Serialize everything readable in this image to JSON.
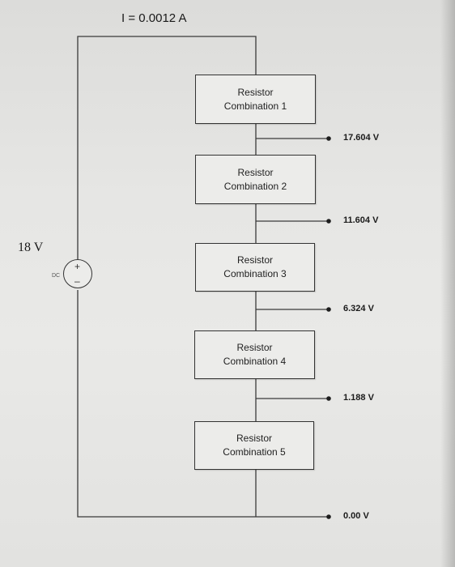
{
  "circuit": {
    "current_label": "I = 0.0012 A",
    "source": {
      "voltage_label": "18 V",
      "type_tag": "DC",
      "plus_sign": "+",
      "minus_sign": "–"
    },
    "resistors": [
      {
        "line1": "Resistor",
        "line2": "Combination 1"
      },
      {
        "line1": "Resistor",
        "line2": "Combination 2"
      },
      {
        "line1": "Resistor",
        "line2": "Combination 3"
      },
      {
        "line1": "Resistor",
        "line2": "Combination 4"
      },
      {
        "line1": "Resistor",
        "line2": "Combination 5"
      }
    ],
    "node_voltages": [
      "17.604 V",
      "11.604 V",
      "6.324 V",
      "1.188 V",
      "0.00 V"
    ]
  }
}
